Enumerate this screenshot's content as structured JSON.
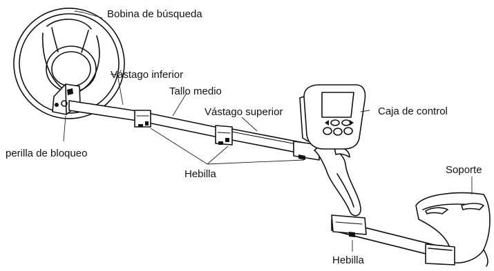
{
  "labels": {
    "search_coil": "Bobina de búsqueda",
    "lower_shaft": "Vástago inferior",
    "middle_stem": "Tallo medio",
    "upper_shaft": "Vástago superior",
    "control_box": "Caja de control",
    "lock_knob": "perilla de bloqueo",
    "buckle": "Hebilla",
    "support": "Soporte",
    "buckle_bottom": "Hebilla"
  }
}
